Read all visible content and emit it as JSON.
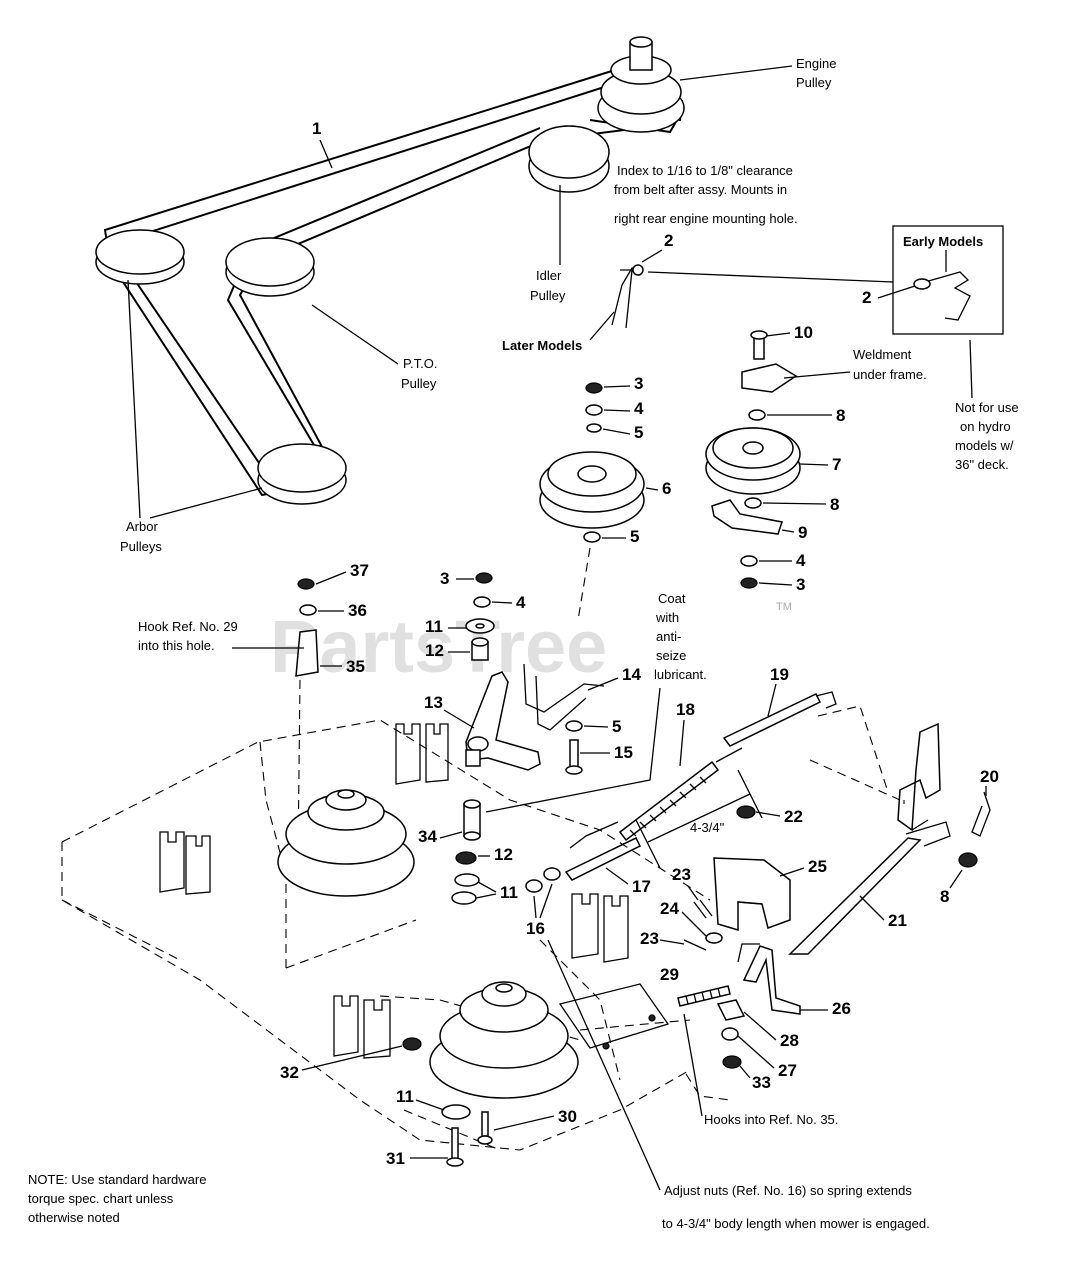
{
  "watermark": {
    "text": "PartsTree",
    "tm": "TM"
  },
  "labels": {
    "engine_pulley": [
      "Engine",
      "Pulley"
    ],
    "idler_pulley": [
      "Idler",
      "Pulley"
    ],
    "pto_pulley": [
      "P.T.O.",
      "Pulley"
    ],
    "arbor_pulleys": [
      "Arbor",
      "Pulleys"
    ],
    "index_note": [
      "Index to 1/16 to 1/8\" clearance",
      "from belt after assy. Mounts in",
      "right rear engine mounting hole."
    ],
    "early_models": "Early Models",
    "later_models": "Later Models",
    "weldment": [
      "Weldment",
      "under frame."
    ],
    "not_for_use": [
      "Not for use",
      "on hydro",
      "models w/",
      "36\" deck."
    ],
    "hook_ref": [
      "Hook Ref. No. 29",
      "into this hole."
    ],
    "coat": [
      "Coat",
      "with",
      "anti-",
      "seize",
      "lubricant."
    ],
    "dim": "4-3/4\"",
    "hooks_into": "Hooks into Ref. No. 35.",
    "adjust_note": [
      "Adjust nuts (Ref. No. 16) so spring extends",
      "to 4-3/4\" body length when mower is engaged."
    ],
    "footer_note": [
      "NOTE: Use standard hardware",
      "torque spec. chart unless",
      "otherwise noted"
    ]
  },
  "callouts": {
    "n1": "1",
    "n2a": "2",
    "n2b": "2",
    "n3a": "3",
    "n3b": "3",
    "n3c": "3",
    "n4a": "4",
    "n4b": "4",
    "n4c": "4",
    "n5a": "5",
    "n5b": "5",
    "n5c": "5",
    "n6": "6",
    "n7": "7",
    "n8a": "8",
    "n8b": "8",
    "n8c": "8",
    "n9": "9",
    "n10": "10",
    "n11a": "11",
    "n11b": "11",
    "n11c": "11",
    "n12a": "12",
    "n12b": "12",
    "n13": "13",
    "n14": "14",
    "n15": "15",
    "n16": "16",
    "n17": "17",
    "n18": "18",
    "n19": "19",
    "n20": "20",
    "n21": "21",
    "n22": "22",
    "n23a": "23",
    "n23b": "23",
    "n24": "24",
    "n25": "25",
    "n26": "26",
    "n27": "27",
    "n28": "28",
    "n29": "29",
    "n30": "30",
    "n31": "31",
    "n32": "32",
    "n33": "33",
    "n34": "34",
    "n35": "35",
    "n36": "36",
    "n37": "37"
  }
}
